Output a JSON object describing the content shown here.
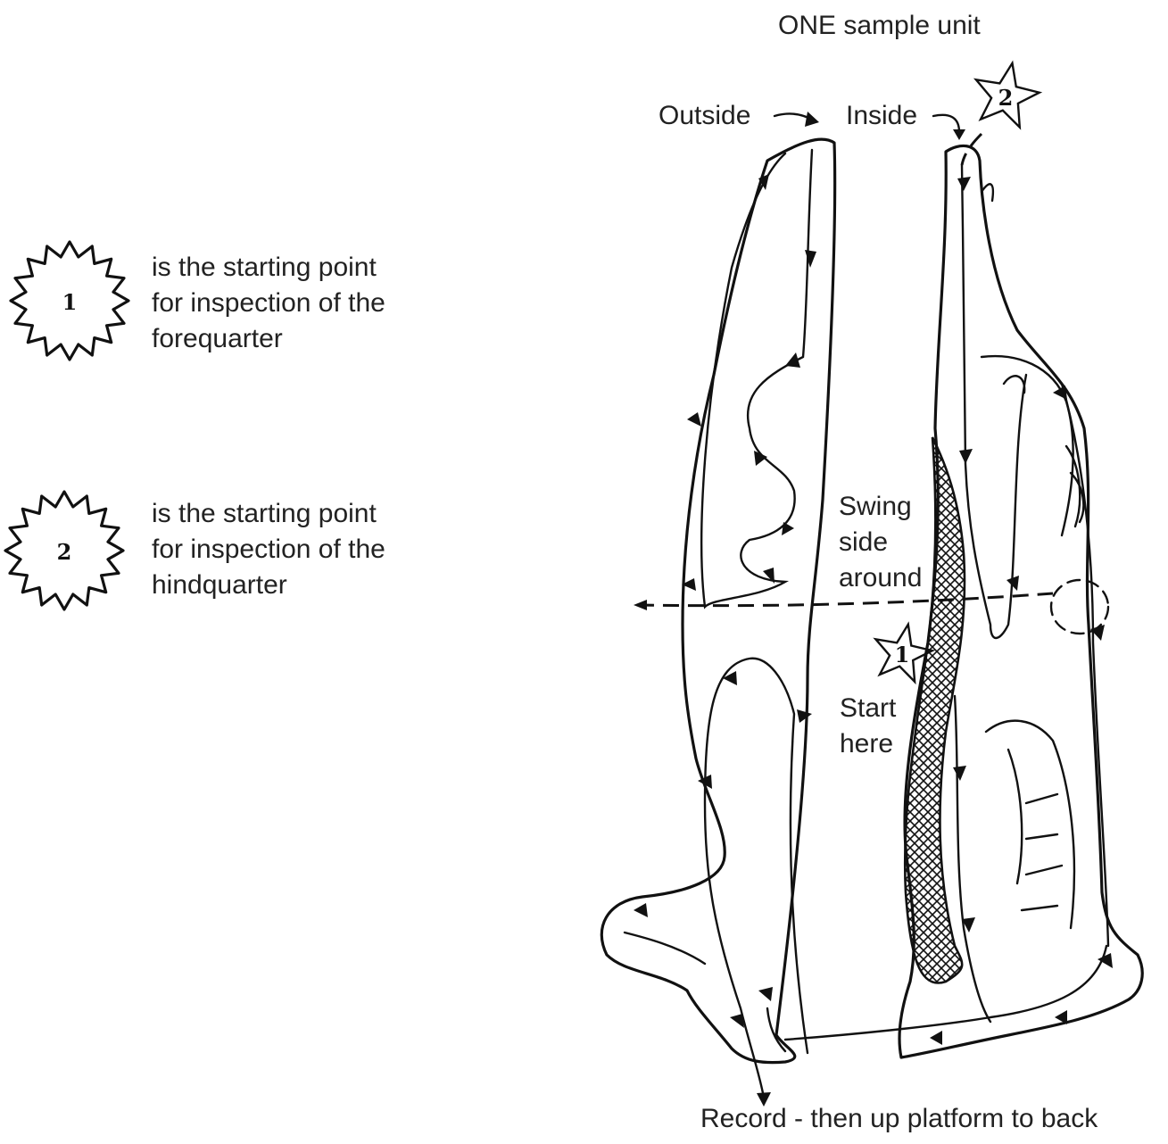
{
  "title": "ONE sample unit",
  "legend": [
    {
      "marker": "1",
      "lines": [
        "is the starting point",
        "for inspection of the",
        "forequarter"
      ]
    },
    {
      "marker": "2",
      "lines": [
        "is the starting point",
        "for inspection of the",
        "hindquarter"
      ]
    }
  ],
  "labels": {
    "outside": "Outside",
    "inside": "Inside",
    "swing": [
      "Swing",
      "side",
      "around"
    ],
    "start": [
      "Start",
      "here"
    ],
    "record": "Record - then up platform to back"
  },
  "markers": {
    "star1": "1",
    "star2": "2"
  }
}
